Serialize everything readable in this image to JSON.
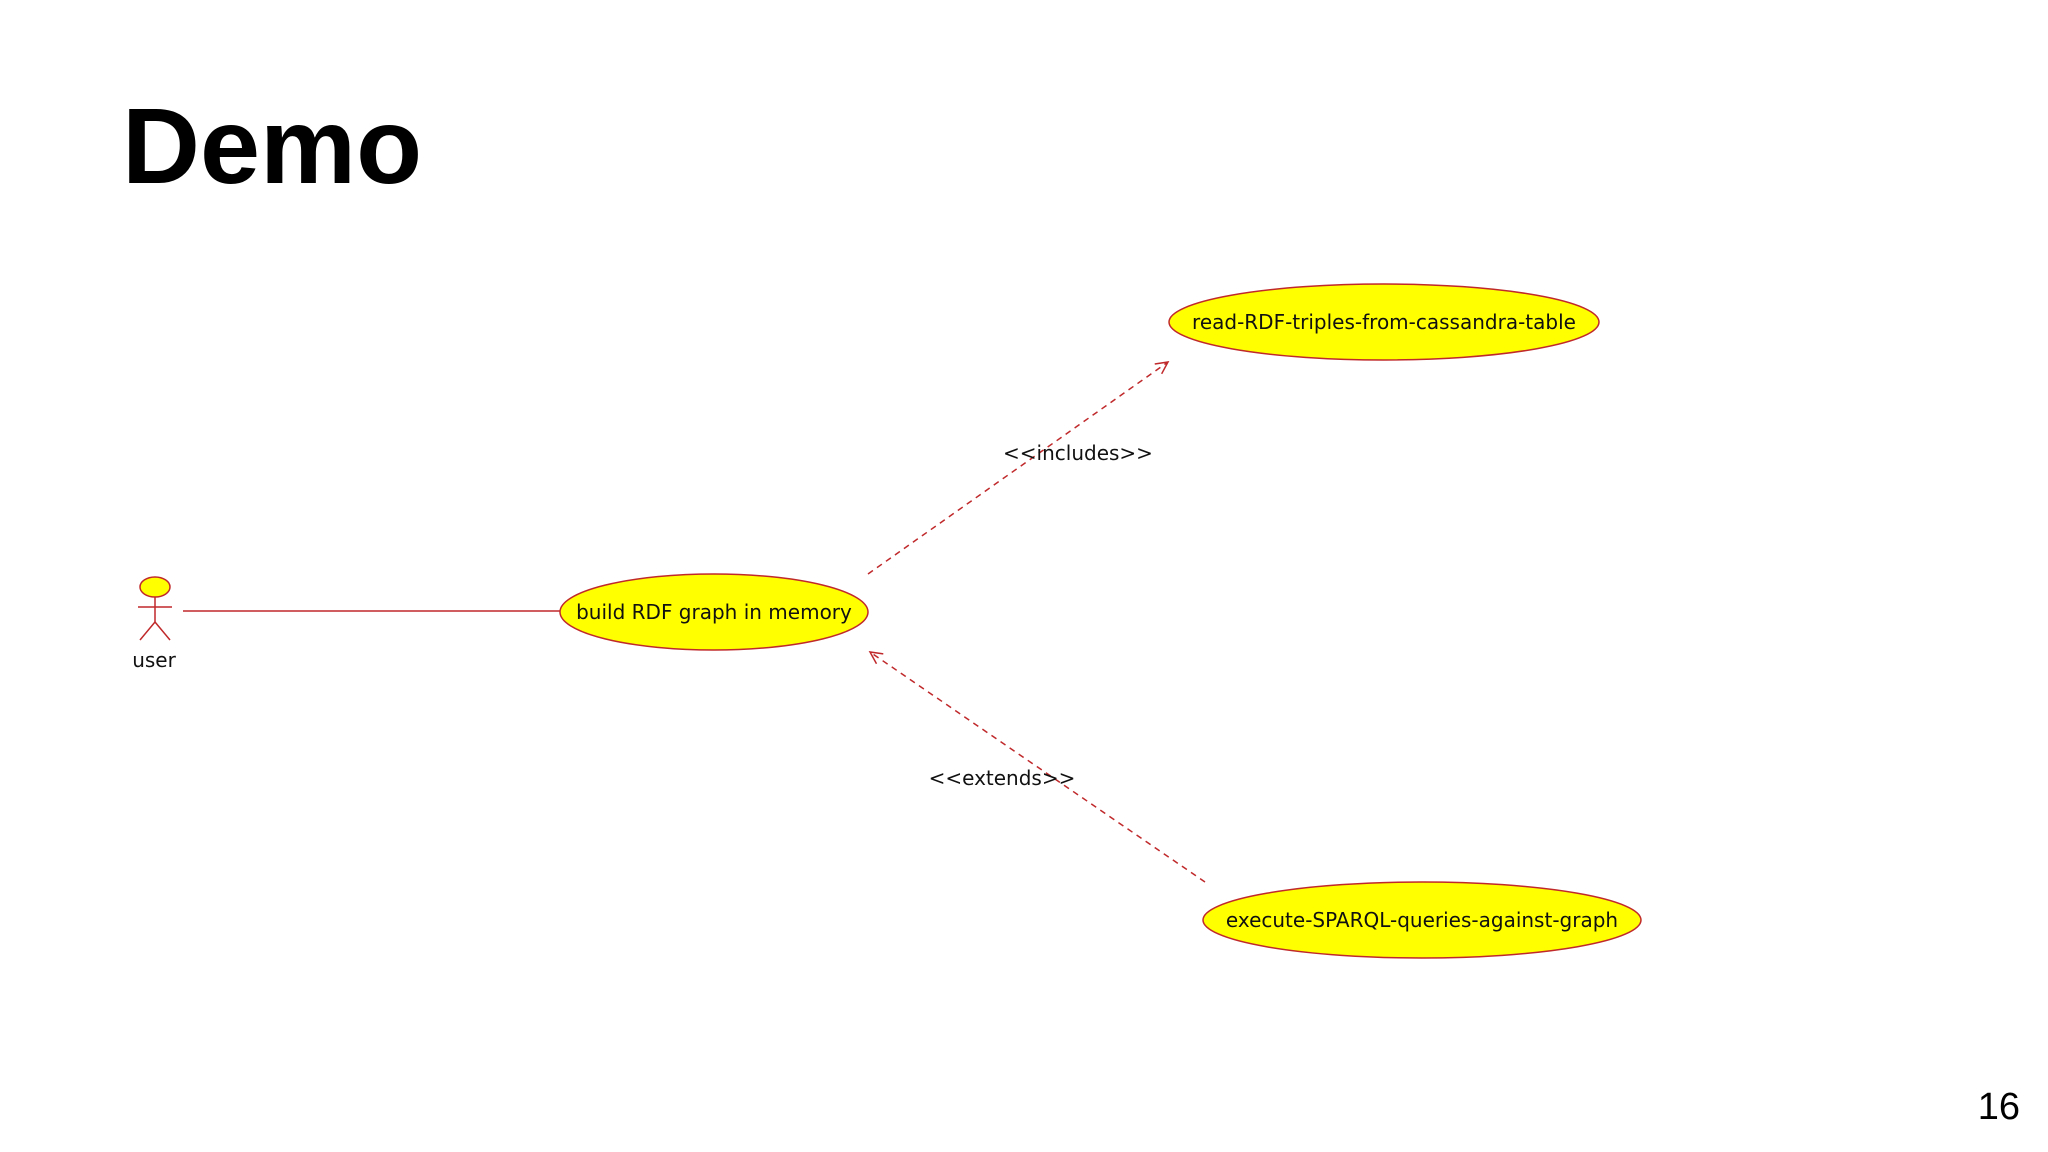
{
  "slide": {
    "title": "Demo",
    "page_number": "16"
  },
  "colors": {
    "use_case_fill": "#ffff00",
    "line": "#c0292b"
  },
  "diagram": {
    "actor": {
      "label": "user",
      "icon": "stick-figure-icon"
    },
    "use_cases": {
      "build": "build RDF graph in memory",
      "read": "read-RDF-triples-from-cassandra-table",
      "execute": "execute-SPARQL-queries-against-graph"
    },
    "relations": {
      "includes": "<<includes>>",
      "extends": "<<extends>>"
    }
  }
}
